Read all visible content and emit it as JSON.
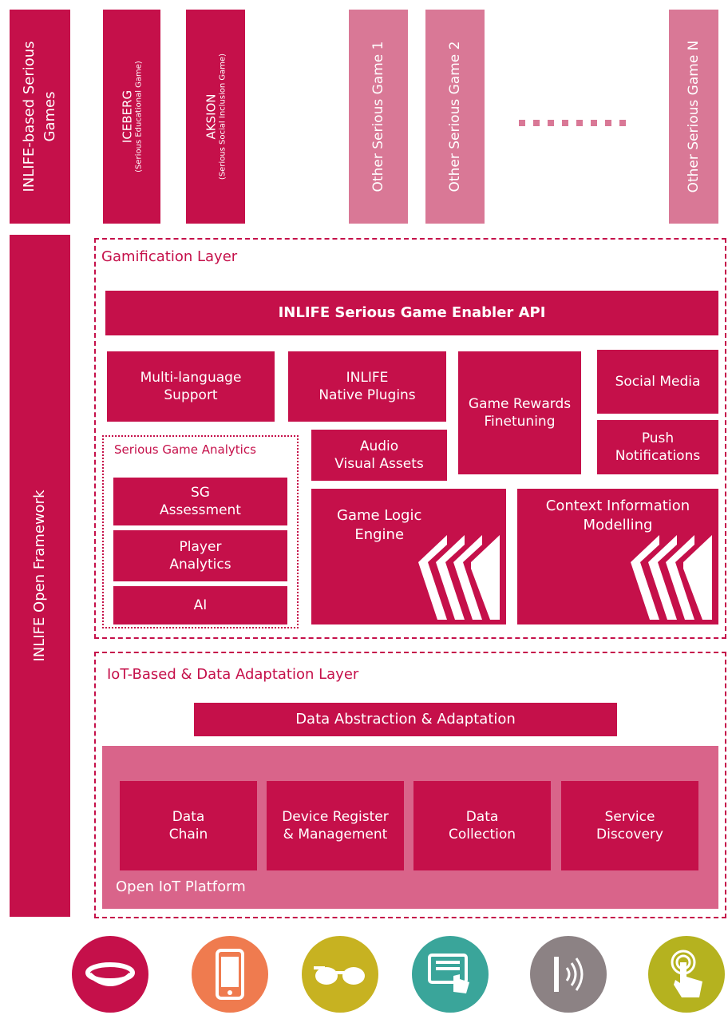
{
  "colors": {
    "primary": "#c5104a",
    "light": "#d97896",
    "platform": "#d9648a"
  },
  "top_row": {
    "serious_games_label": "INLIFE-based Serious Games",
    "games": [
      {
        "title": "ICEBERG",
        "subtitle": "(Serious Educational Game)"
      },
      {
        "title": "AKSION",
        "subtitle": "(Serious Social Inclusion Game)"
      },
      {
        "title": "Other Serious Game 1"
      },
      {
        "title": "Other Serious Game 2"
      },
      {
        "title": "Other Serious Game N"
      }
    ]
  },
  "framework_label": "INLIFE Open Framework",
  "gamification": {
    "title": "Gamification Layer",
    "api": "INLIFE Serious Game Enabler API",
    "multi_language": [
      "Multi-language",
      "Support"
    ],
    "native_plugins": [
      "INLIFE",
      "Native Plugins"
    ],
    "game_rewards": [
      "Game Rewards",
      "Finetuning"
    ],
    "social_media": "Social Media",
    "push": [
      "Push",
      "Notifications"
    ],
    "analytics_title": "Serious Game Analytics",
    "sg_assessment": [
      "SG",
      "Assessment"
    ],
    "player_analytics": [
      "Player",
      "Analytics"
    ],
    "ai": "AI",
    "audio_visual": [
      "Audio",
      "Visual Assets"
    ],
    "game_logic": [
      "Game Logic",
      "Engine"
    ],
    "context_info": [
      "Context Information",
      "Modelling"
    ]
  },
  "iot": {
    "title": "IoT-Based & Data Adaptation Layer",
    "abstraction": "Data Abstraction & Adaptation",
    "platform_label": "Open IoT Platform",
    "modules": [
      [
        "Data",
        "Chain"
      ],
      [
        "Device Register",
        "& Management"
      ],
      [
        "Data",
        "Collection"
      ],
      [
        "Service",
        "Discovery"
      ]
    ]
  },
  "devices": [
    {
      "icon": "smart-band-icon",
      "color": "#c5104a"
    },
    {
      "icon": "smartphone-icon",
      "color": "#ef7b4f"
    },
    {
      "icon": "smart-glasses-icon",
      "color": "#c7b221"
    },
    {
      "icon": "tablet-touch-icon",
      "color": "#3aa59a"
    },
    {
      "icon": "beacon-icon",
      "color": "#8c8284"
    },
    {
      "icon": "touch-gesture-icon",
      "color": "#b5b21f"
    }
  ]
}
